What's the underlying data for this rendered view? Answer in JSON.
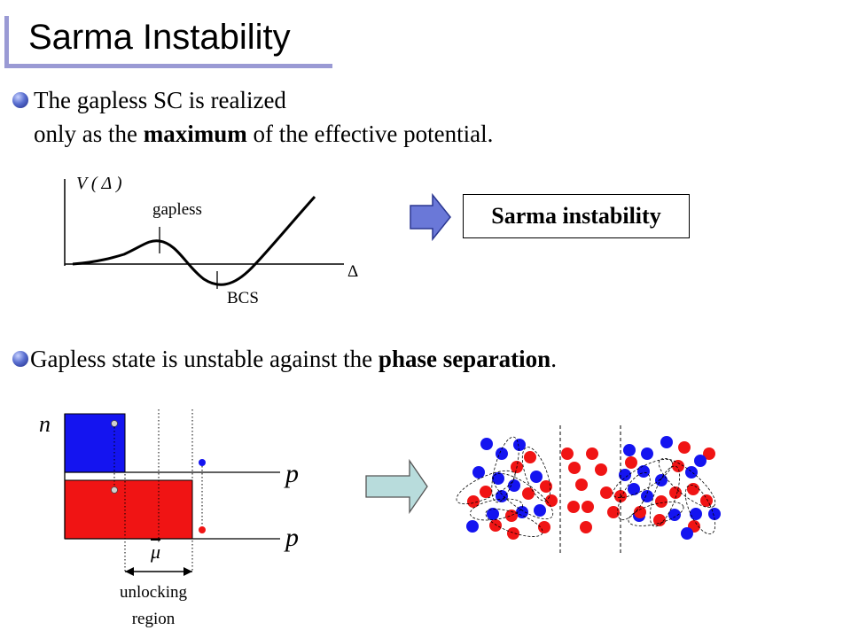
{
  "title": "Sarma Instability",
  "bullet1": {
    "line1": "The gapless SC is realized",
    "line2_pre": "only as the ",
    "line2_bold": "maximum",
    "line2_post": " of the effective potential."
  },
  "potential_plot": {
    "ylabel": "V ( Δ )",
    "xlabel": "Δ",
    "label_gapless": "gapless",
    "label_bcs": "BCS"
  },
  "result_box": "Sarma instability",
  "bullet2": {
    "pre": "Gapless state is unstable against the ",
    "bold": "phase separation",
    "post": "."
  },
  "fermi_diagram": {
    "label_n": "n",
    "label_p_top": "p",
    "label_p_bottom": "p",
    "label_mu": "μ",
    "label_region_line1": "unlocking",
    "label_region_line2": "region"
  },
  "colors": {
    "title_bar": "#9a9ad4",
    "blue": "#1414f0",
    "red": "#f01414",
    "arrow_fill": "#6a78d8",
    "arrow2_fill": "#b8dcdc"
  }
}
